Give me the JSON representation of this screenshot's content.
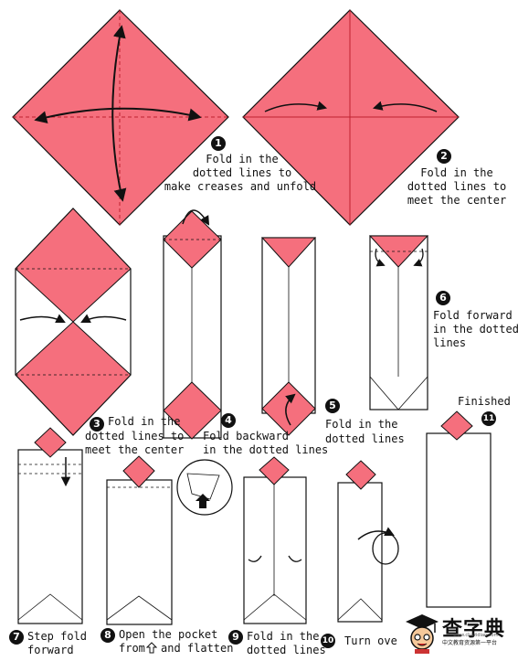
{
  "colors": {
    "paper": "#f56f7d",
    "outline": "#111111",
    "crease": "#c0202e"
  },
  "steps": [
    {
      "num": "1",
      "text": [
        "Fold in the",
        "dotted lines to",
        "make creases and unfold"
      ]
    },
    {
      "num": "2",
      "text": [
        "Fold in the",
        "dotted lines to",
        "meet the center"
      ]
    },
    {
      "num": "3",
      "text": [
        "Fold in the",
        "dotted lines to",
        "meet the center"
      ]
    },
    {
      "num": "4",
      "text": [
        "Fold backward",
        "in the dotted lines"
      ]
    },
    {
      "num": "5",
      "text": [
        "Fold in the",
        "dotted lines"
      ]
    },
    {
      "num": "6",
      "text": [
        "Fold forward",
        "in the dotted",
        "lines"
      ]
    },
    {
      "num": "7",
      "text": [
        "Step fold",
        "forward"
      ]
    },
    {
      "num": "8",
      "text": [
        "Open the pocket",
        "from",
        "and flatten"
      ]
    },
    {
      "num": "9",
      "text": [
        "Fold in the",
        "dotted lines"
      ]
    },
    {
      "num": "10",
      "text": [
        "Turn ove"
      ]
    },
    {
      "num": "11",
      "text": [
        "Finished"
      ]
    }
  ],
  "logo": {
    "title": "查字典",
    "subtitle": "中文教育资源第一平台",
    "url": "www.chazidian.com"
  }
}
